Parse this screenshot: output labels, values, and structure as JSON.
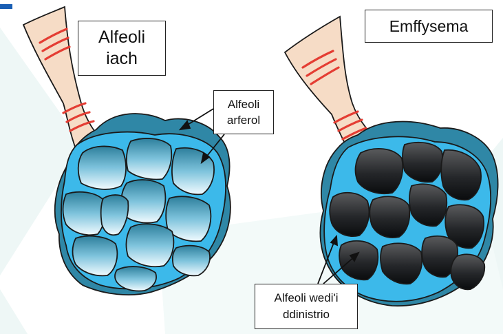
{
  "labels": {
    "healthy_title_line1": "Alfeoli",
    "healthy_title_line2": "iach",
    "emphysema_title": "Emffysema",
    "normal_alveoli_line1": "Alfeoli",
    "normal_alveoli_line2": "arferol",
    "damaged_alveoli_line1": "Alfeoli wedi'i",
    "damaged_alveoli_line2": "ddinistrio"
  },
  "colors": {
    "accent_bar": "#1a5fb4",
    "background_tint": "#eaf6f4",
    "bronchiole_fill": "#f6dcc6",
    "bronchiole_rings": "#e43d33",
    "cluster_dark_teal": "#2f87a6",
    "alveoli_wall_blue": "#3cb9ea",
    "healthy_alveolus_top": "#2d7f9c",
    "healthy_alveolus_bottom": "#f2fbff",
    "emphysema_alveolus_top": "#58595b",
    "emphysema_alveolus_bottom": "#0c0e10"
  }
}
